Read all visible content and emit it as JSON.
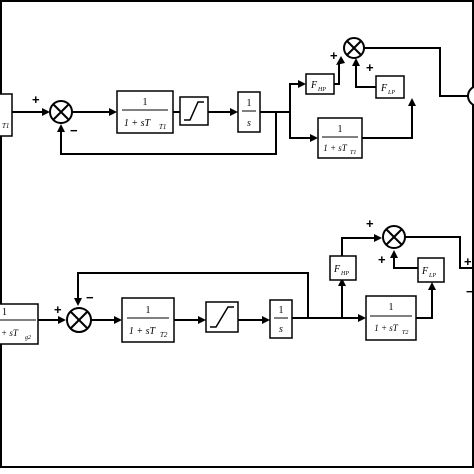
{
  "diagram": {
    "top": {
      "input_block_sub": "T1",
      "lag_block": {
        "numerator": "1",
        "denominator": "1 + sT",
        "sub": "T1"
      },
      "integrator": {
        "numerator": "1",
        "denominator": "s"
      },
      "hp_filter": {
        "base": "F",
        "sub": "HP"
      },
      "lp_filter": {
        "base": "F",
        "sub": "LP"
      },
      "feedback_lag": {
        "numerator": "1",
        "denominator": "1 + sT",
        "sub": "T1"
      },
      "sum1_plus": "+",
      "sum1_minus": "−",
      "sum2_plus_left": "+",
      "sum2_plus_bottom": "+"
    },
    "bottom": {
      "input_block": {
        "denominator": "+ sT",
        "sub": "g2"
      },
      "lag_block": {
        "numerator": "1",
        "denominator": "1 + sT",
        "sub": "T2"
      },
      "integrator": {
        "numerator": "1",
        "denominator": "s"
      },
      "hp_filter": {
        "base": "F",
        "sub": "HP"
      },
      "lp_filter": {
        "base": "F",
        "sub": "LP"
      },
      "forward_lag": {
        "numerator": "1",
        "denominator": "1 + sT",
        "sub": "T2"
      },
      "sum1_plus": "+",
      "sum1_minus": "−",
      "sum2_plus_top": "+",
      "sum2_plus_bottom": "+",
      "edge_plus": "+",
      "edge_minus": "−"
    }
  }
}
